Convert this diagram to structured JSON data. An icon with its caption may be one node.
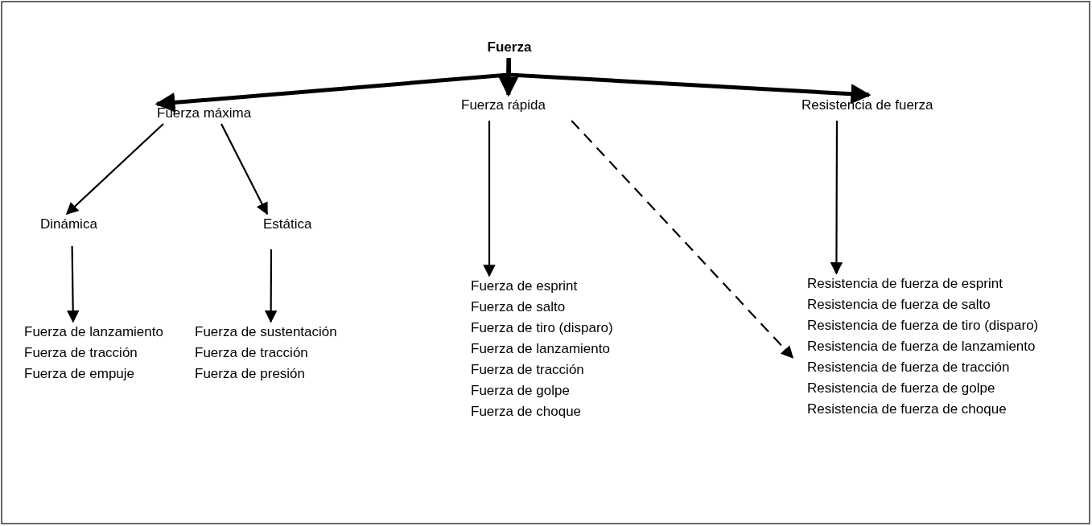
{
  "diagram": {
    "nodes": [
      {
        "text": [
          "Fuerza"
        ]
      },
      {
        "text": [
          "Fuerza máxima"
        ]
      },
      {
        "text": [
          "Fuerza rápida"
        ]
      },
      {
        "text": [
          "Resistencia de fuerza"
        ]
      },
      {
        "text": [
          "Dinámica"
        ]
      },
      {
        "text": [
          "Estática"
        ]
      },
      {
        "text": [
          "Fuerza de lanzamiento",
          "Fuerza de tracción",
          "Fuerza de empuje"
        ]
      },
      {
        "text": [
          "Fuerza de sustentación",
          "Fuerza de tracción",
          "Fuerza de presión"
        ]
      },
      {
        "text": [
          "Fuerza de esprint",
          "Fuerza de salto",
          "Fuerza de tiro (disparo)",
          "Fuerza de lanzamiento",
          "Fuerza de tracción",
          "Fuerza de golpe",
          "Fuerza de choque"
        ]
      },
      {
        "text": [
          "Resistencia de fuerza de esprint",
          "Resistencia de fuerza de salto",
          "Resistencia de fuerza de tiro (disparo)",
          "Resistencia de fuerza de lanzamiento",
          "Resistencia de fuerza de tracción",
          "Resistencia de fuerza de golpe",
          "Resistencia de fuerza de choque"
        ]
      }
    ],
    "edges": [
      {
        "from": 0,
        "to": 1,
        "arrow": "to",
        "style": "thick"
      },
      {
        "from": 0,
        "to": 2,
        "arrow": "to",
        "style": "thick"
      },
      {
        "from": 0,
        "to": 3,
        "arrow": "to",
        "style": "thick"
      },
      {
        "from": 1,
        "to": 4,
        "arrow": "to"
      },
      {
        "from": 1,
        "to": 5,
        "arrow": "to"
      },
      {
        "from": 4,
        "to": 6,
        "arrow": "to"
      },
      {
        "from": 5,
        "to": 7,
        "arrow": "to"
      },
      {
        "from": 2,
        "to": 8,
        "arrow": "to"
      },
      {
        "from": 2,
        "to": 9,
        "arrow": "to",
        "style": "dashed"
      },
      {
        "from": 3,
        "to": 9,
        "arrow": "to"
      }
    ]
  }
}
